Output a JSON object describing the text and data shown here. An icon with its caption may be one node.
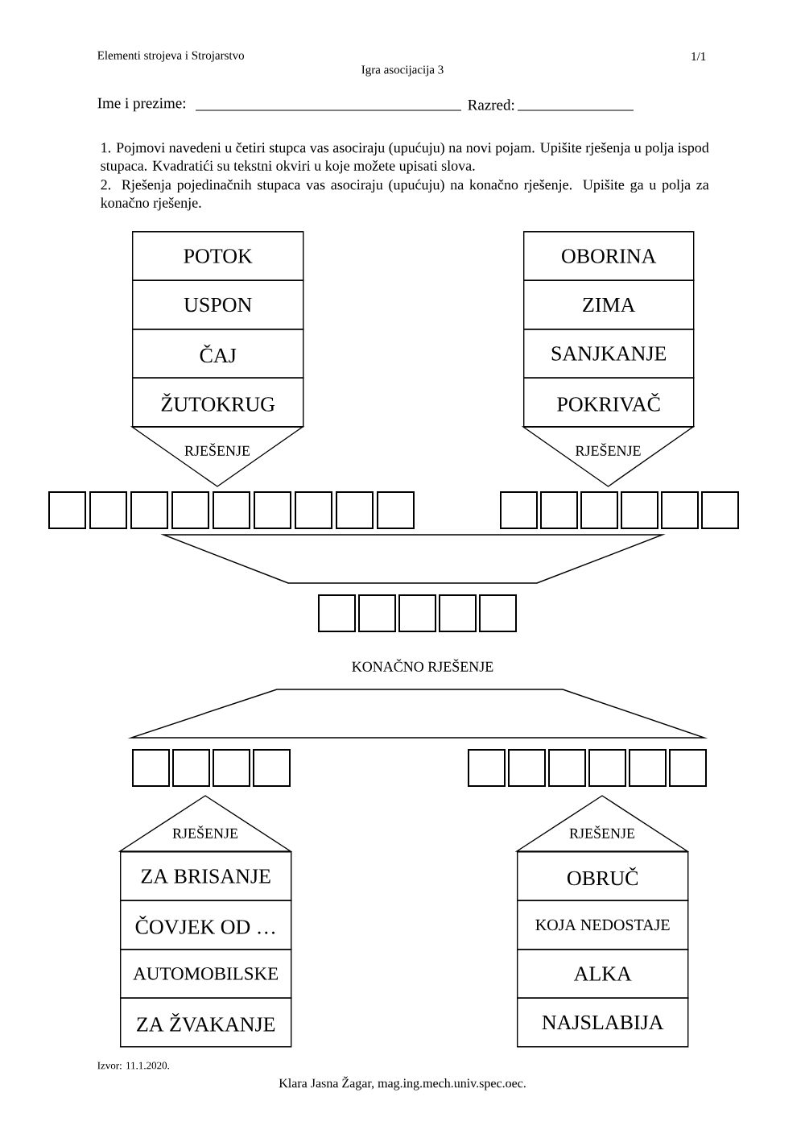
{
  "diagram": {
    "title": "Igra asocijacija 3",
    "nodes": [
      {
        "text": [
          "POTOK"
        ]
      },
      {
        "text": [
          "USPON"
        ]
      },
      {
        "text": [
          "ČAJ"
        ]
      },
      {
        "text": [
          "ŽUTOKRUG"
        ]
      },
      {
        "text": [
          "OBORINA"
        ]
      },
      {
        "text": [
          "ZIMA"
        ]
      },
      {
        "text": [
          "SANJKANJE"
        ]
      },
      {
        "text": [
          "POKRIVAČ"
        ]
      },
      {
        "text": [
          "RJEŠENJE"
        ]
      },
      {
        "text": [
          "RJEŠENJE"
        ]
      },
      {
        "text": [],
        "shape": "box"
      },
      {
        "text": [],
        "shape": "box"
      },
      {
        "text": [],
        "shape": "box"
      },
      {
        "text": [],
        "shape": "box"
      },
      {
        "text": [],
        "shape": "box"
      },
      {
        "text": [],
        "shape": "box"
      },
      {
        "text": [],
        "shape": "box"
      },
      {
        "text": [],
        "shape": "box"
      },
      {
        "text": [],
        "shape": "box"
      },
      {
        "text": [],
        "shape": "box"
      },
      {
        "text": [],
        "shape": "box"
      },
      {
        "text": [],
        "shape": "box"
      },
      {
        "text": [],
        "shape": "box"
      },
      {
        "text": [],
        "shape": "box"
      },
      {
        "text": [],
        "shape": "box"
      },
      {
        "text": [],
        "shape": "box"
      },
      {
        "text": [],
        "shape": "box"
      },
      {
        "text": [],
        "shape": "box"
      },
      {
        "text": [],
        "shape": "box"
      },
      {
        "text": [],
        "shape": "box"
      },
      {
        "text": [],
        "shape": "box"
      },
      {
        "text": [],
        "shape": "box"
      },
      {
        "text": [],
        "shape": "box"
      },
      {
        "text": [],
        "shape": "box"
      },
      {
        "text": [],
        "shape": "box"
      },
      {
        "text": [],
        "shape": "box"
      },
      {
        "text": [],
        "shape": "box"
      },
      {
        "text": [],
        "shape": "box"
      },
      {
        "text": [],
        "shape": "box"
      },
      {
        "text": [],
        "shape": "box"
      },
      {
        "text": [
          "RJEŠENJE"
        ]
      },
      {
        "text": [
          "RJEŠENJE"
        ]
      },
      {
        "text": [
          "ZA BRISANJE"
        ]
      },
      {
        "text": [
          "ČOVJEK OD …"
        ]
      },
      {
        "text": [
          "AUTOMOBILSKE"
        ]
      },
      {
        "text": [
          "ZA ŽVAKANJE"
        ]
      },
      {
        "text": [
          "OBRUČ"
        ]
      },
      {
        "text": [
          "KOJA NEDOSTAJE"
        ]
      },
      {
        "text": [
          "ALKA"
        ]
      },
      {
        "text": [
          "NAJSLABIJA"
        ]
      },
      {
        "text": [],
        "shape": "trapezoid"
      },
      {
        "text": [],
        "shape": "trapezoid"
      }
    ],
    "labels": [
      "Elementi strojeva i Strojarstvo",
      "1/1",
      "Ime i prezime:",
      "Razred:",
      "1. Pojmovi navedeni u četiri stupca vas asociraju (upućuju) na novi pojam. Upišite rješenja u polja ispod stupaca. Kvadratići su tekstni okviri u koje možete upisati slova.",
      "2. Rješenja pojedinačnih stupaca vas asociraju (upućuju) na konačno rješenje. Upišite ga u polja za konačno rješenje.",
      "KONAČNO RJEŠENJE",
      "Izvor: 11.1.2020.",
      "Klara Jasna Žagar, mag.ing.mech.univ.spec.oec."
    ]
  }
}
